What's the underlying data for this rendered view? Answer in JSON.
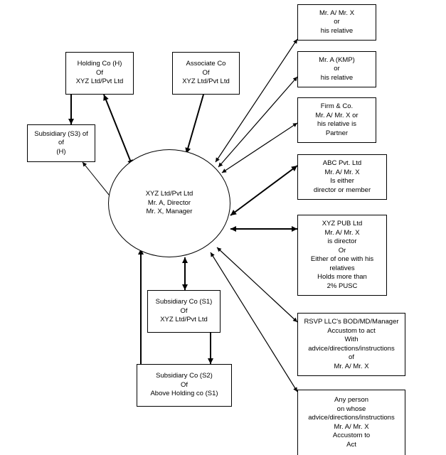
{
  "center": {
    "lines": [
      "XYZ Ltd/Pvt Ltd",
      "Mr. A, Director",
      "Mr. X, Manager"
    ]
  },
  "holding": {
    "lines": [
      "Holding Co (H)",
      "Of",
      "XYZ Ltd/Pvt Ltd"
    ]
  },
  "associate": {
    "lines": [
      "Associate Co",
      "Of",
      "XYZ Ltd/Pvt Ltd"
    ]
  },
  "subsidiary_s3": {
    "lines": [
      "Subsidiary (S3) of",
      "of",
      "(H)"
    ]
  },
  "subsidiary_s1": {
    "lines": [
      "Subsidiary Co (S1)",
      "Of",
      "XYZ Ltd/Pvt Ltd"
    ]
  },
  "subsidiary_s2": {
    "lines": [
      "Subsidiary Co (S2)",
      "Of",
      "Above Holding co (S1)"
    ]
  },
  "right": [
    {
      "lines": [
        "Mr. A/ Mr. X",
        "or",
        "his relative"
      ]
    },
    {
      "lines": [
        "Mr. A (KMP)",
        "or",
        "his relative"
      ]
    },
    {
      "lines": [
        "Firm & Co.",
        "Mr. A/ Mr. X or",
        "his relative is",
        "Partner"
      ]
    },
    {
      "lines": [
        "ABC Pvt. Ltd",
        "Mr. A/ Mr. X",
        "Is either",
        "director or member"
      ]
    },
    {
      "lines": [
        "XYZ PUB Ltd",
        "Mr. A/ Mr. X",
        "is director",
        "Or",
        "Either of one with his",
        "relatives",
        "Holds more than",
        "2% PUSC"
      ]
    },
    {
      "lines": [
        "RSVP LLC's BOD/MD/Manager",
        "Accustom to act",
        "With",
        "advice/directions/instructions",
        "of",
        "Mr. A/ Mr. X"
      ]
    },
    {
      "lines": [
        "Any person",
        "on whose",
        "advice/directions/instructions",
        "Mr. A/ Mr. X",
        "Accustom to",
        "Act"
      ]
    }
  ]
}
